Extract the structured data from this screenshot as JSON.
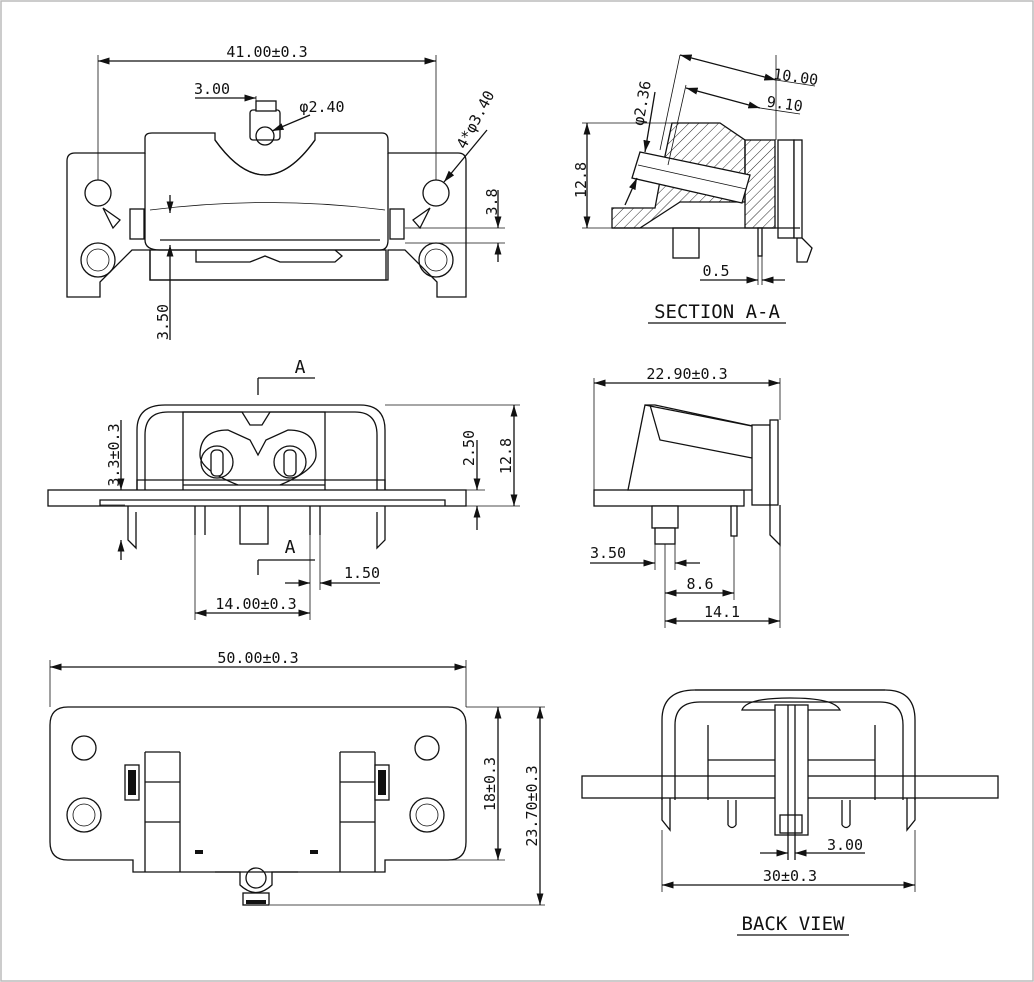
{
  "top_view": {
    "width": "41.00±0.3",
    "pitch": "3.00",
    "pin_hole": "φ2.40",
    "mount_holes": "4*φ3.40",
    "height_3_8": "3.8",
    "height_3_50": "3.50"
  },
  "section": {
    "title": "SECTION A-A",
    "d10": "10.00",
    "d9_10": "9.10",
    "dia236": "φ2.36",
    "h12_8": "12.8",
    "d0_5": "0.5"
  },
  "front_view": {
    "mark_a_top": "A",
    "mark_a_bottom": "A",
    "d3_3": "3.3±0.3",
    "d2_50": "2.50",
    "d12_8": "12.8",
    "d1_50": "1.50",
    "d14": "14.00±0.3"
  },
  "side_view": {
    "depth": "22.90±0.3",
    "d3_50": "3.50",
    "d8_6": "8.6",
    "d14_1": "14.1"
  },
  "bottom_view": {
    "width": "50.00±0.3",
    "d18": "18±0.3",
    "d23_70": "23.70±0.3"
  },
  "back_view": {
    "title": "BACK VIEW",
    "d3_00": "3.00",
    "d30": "30±0.3"
  }
}
